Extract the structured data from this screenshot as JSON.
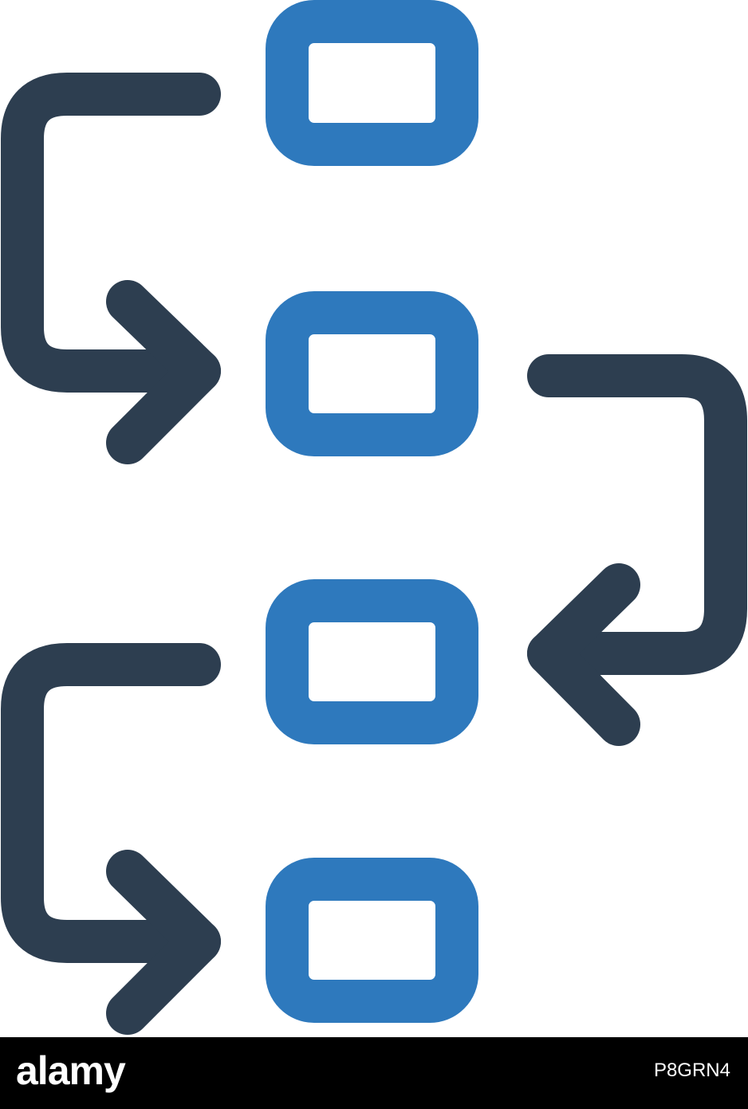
{
  "diagram": {
    "colors": {
      "box": "#2e79bd",
      "arrow": "#2d3e50",
      "background": "#ffffff"
    },
    "boxes": [
      "process-step-1",
      "process-step-2",
      "process-step-3",
      "process-step-4"
    ],
    "arrows": [
      "step-1-to-2",
      "step-2-to-3",
      "step-3-to-4"
    ]
  },
  "footer": {
    "logo": "alamy",
    "image_id": "P8GRN4",
    "background": "#000000"
  }
}
